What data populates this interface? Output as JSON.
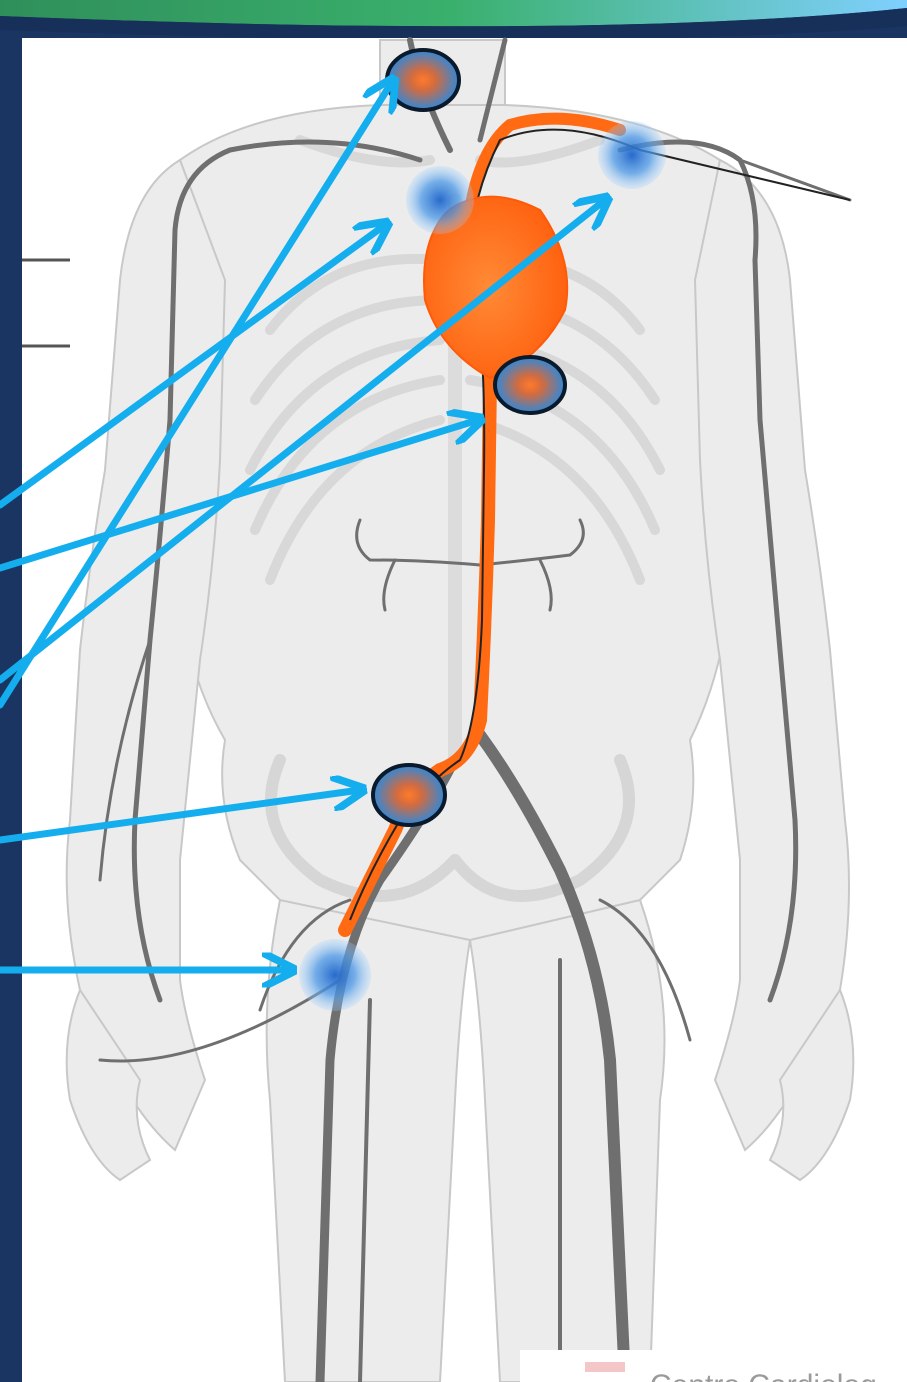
{
  "slide": {
    "caption_text": "Centro Cardiolog",
    "colors": {
      "frame_dark": "#1b3563",
      "frame_top_green": "#3aa26a",
      "panel": "#ffffff",
      "body_fill": "#e9e9e9",
      "vessel": "#6e6e6e",
      "heart_orange": "#ff6a13",
      "arrow_blue": "#14aeee",
      "marker_blue": "#6ab0ea",
      "marker_stroke": "#0b1a2a"
    },
    "icons": [
      "human-anatomy-illustration",
      "heart",
      "aorta",
      "catheter"
    ],
    "markers": [
      "left-carotid",
      "innominate",
      "left-subclavian",
      "descending-aorta",
      "iliac-bifurcation",
      "femoral-access"
    ]
  }
}
